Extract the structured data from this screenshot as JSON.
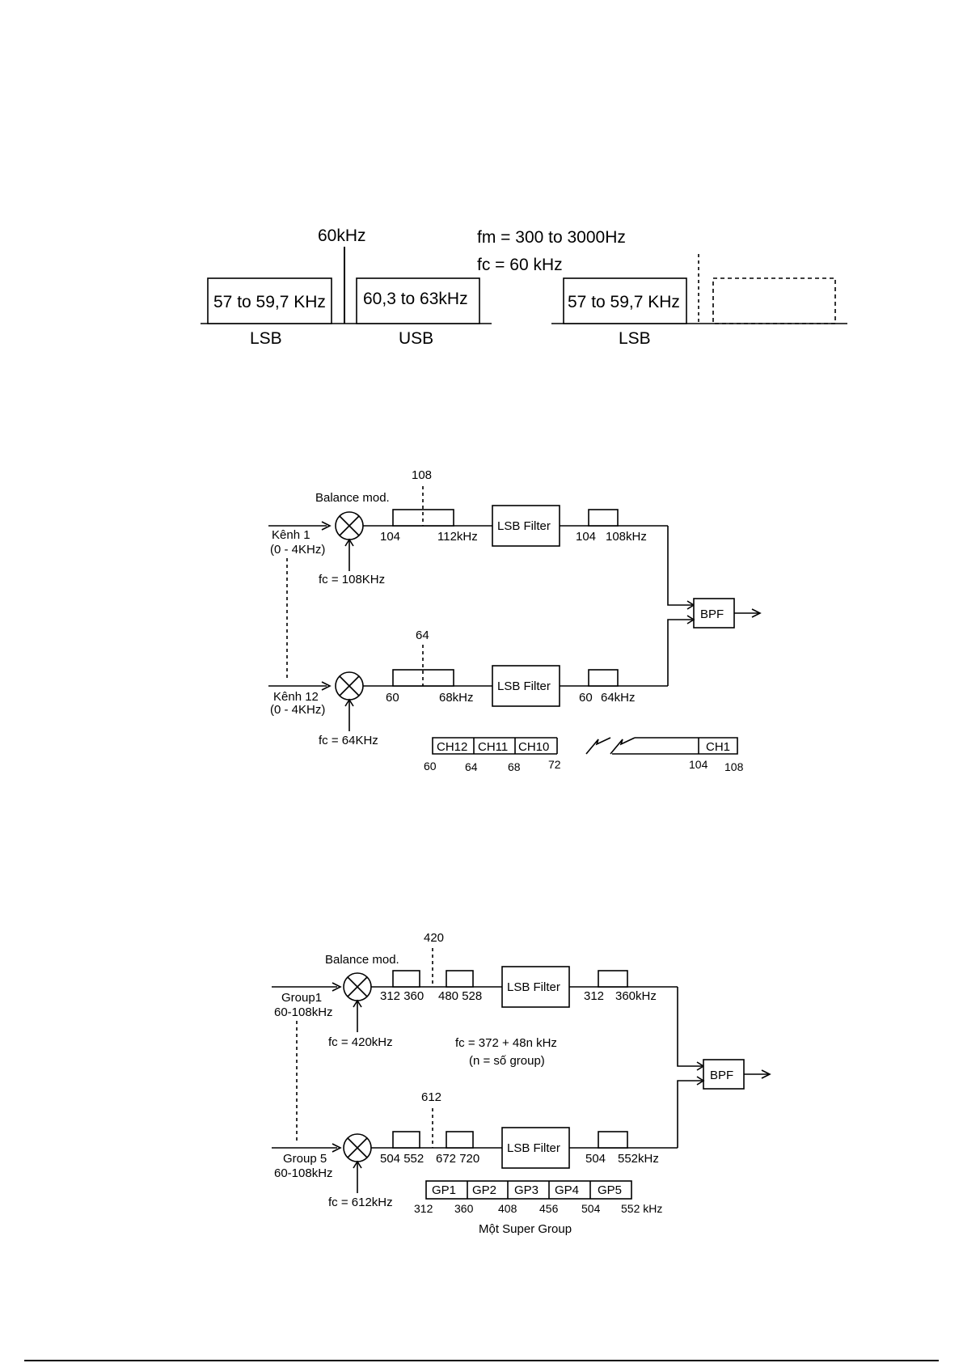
{
  "spectrum": {
    "carrier_label": "60kHz",
    "fm_label": "fm = 300 to 3000Hz",
    "fc_label": "fc = 60 kHz",
    "lsb_band": "57 to 59,7 KHz",
    "usb_band": "60,3 to 63kHz",
    "lsb_band_right": "57 to 59,7 KHz",
    "lsb_caption": "LSB",
    "usb_caption": "USB",
    "lsb_caption_right": "LSB"
  },
  "group_diagram": {
    "balance_mod": "Balance mod.",
    "top_dotted": "108",
    "ch1_line1": "Kênh 1",
    "ch1_line2": "(0 - 4KHz)",
    "ch1_fc": "fc = 108KHz",
    "top_band_low": "104",
    "top_band_high": "112kHz",
    "filter_top": "LSB Filter",
    "top_out_low": "104",
    "top_out_high": "108kHz",
    "bpf": "BPF",
    "bot_dotted": "64",
    "ch12_line1": "Kênh 12",
    "ch12_line2": "(0 - 4KHz)",
    "ch12_fc": "fc = 64KHz",
    "bot_band_low": "60",
    "bot_band_high": "68kHz",
    "filter_bot": "LSB Filter",
    "bot_out_low": "60",
    "bot_out_high": "64kHz",
    "spectrum_cells": [
      "CH12",
      "CH11",
      "CH10",
      "CH1"
    ],
    "spectrum_ticks": [
      "60",
      "64",
      "68",
      "72",
      "104",
      "108"
    ]
  },
  "supergroup_diagram": {
    "balance_mod": "Balance mod.",
    "top_dotted": "420",
    "g1_line1": "Group1",
    "g1_line2": "60-108kHz",
    "g1_fc": "fc = 420kHz",
    "top_bands": "312  360",
    "top_bands_up": "480 528",
    "filter_top": "LSB Filter",
    "top_out_low": "312",
    "top_out_high": "360kHz",
    "formula": "fc = 372 + 48n kHz",
    "formula_note": "(n = số group)",
    "bpf": "BPF",
    "bot_dotted": "612",
    "g5_line1": "Group 5",
    "g5_line2": "60-108kHz",
    "g5_fc": "fc = 612kHz",
    "bot_bands": "504  552",
    "bot_bands_up": "672  720",
    "filter_bot": "LSB Filter",
    "bot_out_low": "504",
    "bot_out_high": "552kHz",
    "spectrum_cells": [
      "GP1",
      "GP2",
      "GP3",
      "GP4",
      "GP5"
    ],
    "spectrum_ticks": [
      "312",
      "360",
      "408",
      "456",
      "504",
      "552 kHz"
    ],
    "caption": "Một Super Group"
  }
}
